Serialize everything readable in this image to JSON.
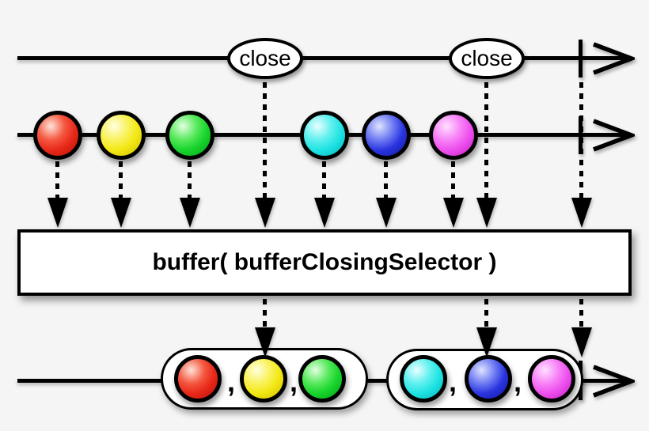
{
  "operator": {
    "label": "buffer( bufferClosingSelector )"
  },
  "closing_stream": {
    "events": [
      {
        "label": "close"
      },
      {
        "label": "close"
      }
    ]
  },
  "source_stream": {
    "marbles": [
      {
        "color": "red",
        "hex": "#e8291a"
      },
      {
        "color": "yellow",
        "hex": "#f2e713"
      },
      {
        "color": "green",
        "hex": "#17d42c"
      },
      {
        "color": "cyan",
        "hex": "#1fe3e3"
      },
      {
        "color": "blue",
        "hex": "#2b35e0"
      },
      {
        "color": "magenta",
        "hex": "#ee4fee"
      }
    ]
  },
  "output_stream": {
    "separator": ",",
    "buffers": [
      {
        "marbles": [
          "red",
          "yellow",
          "green"
        ]
      },
      {
        "marbles": [
          "cyan",
          "blue",
          "magenta"
        ]
      }
    ]
  },
  "style_colors": {
    "line": "#000000",
    "fill": "#ffffff",
    "background": "#f5f5f6"
  }
}
